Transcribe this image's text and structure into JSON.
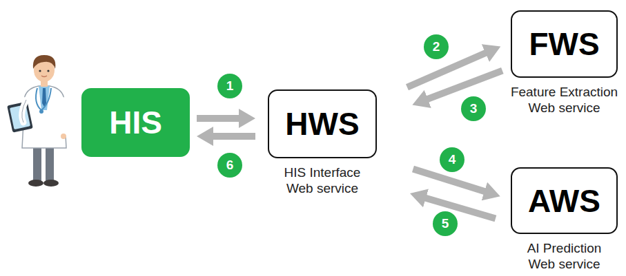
{
  "diagram": {
    "nodes": [
      {
        "text": [
          "HIS"
        ]
      },
      {
        "text": [
          "HWS",
          "HIS Interface Web service"
        ]
      },
      {
        "text": [
          "FWS",
          "Feature Extraction Web service"
        ]
      },
      {
        "text": [
          "AWS",
          "AI Prediction Web service"
        ]
      }
    ],
    "edges": [
      {
        "from": 0,
        "to": 1,
        "arrow": "to",
        "label": "1"
      },
      {
        "from": 1,
        "to": 2,
        "arrow": "to",
        "label": "2"
      },
      {
        "from": 2,
        "to": 1,
        "arrow": "to",
        "label": "3"
      },
      {
        "from": 1,
        "to": 3,
        "arrow": "to",
        "label": "4"
      },
      {
        "from": 3,
        "to": 1,
        "arrow": "to",
        "label": "5"
      },
      {
        "from": 1,
        "to": 0,
        "arrow": "to",
        "label": "6"
      }
    ]
  }
}
